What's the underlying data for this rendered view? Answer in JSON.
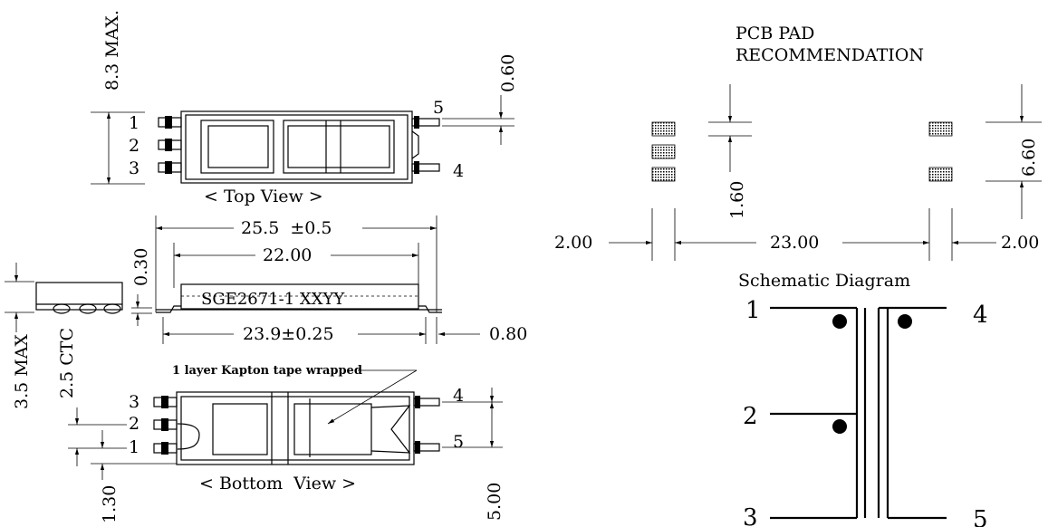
{
  "views": {
    "top_view_label": "< Top View >",
    "bottom_view_label": "< Bottom  View >",
    "part_marking": "SGE2671-1 XXYY",
    "tape_note": "1 layer Kapton tape wrapped"
  },
  "pins": {
    "top": [
      "1",
      "2",
      "3",
      "5",
      "4"
    ],
    "bottom": [
      "3",
      "2",
      "1",
      "4",
      "5"
    ]
  },
  "dimensions": {
    "height_max": "8.3 MAX.",
    "pin_width": "0.60",
    "overall_length": "25.5  ±0.5",
    "body_length": "22.00",
    "lead_span": "23.9±0.25",
    "lead_thickness": "0.30",
    "lead_end": "0.80",
    "side_height": "3.5 MAX",
    "pitch": "2.5 CTC",
    "pin_offset": "1.30",
    "row_spacing": "5.00"
  },
  "pcb_pad": {
    "title_line1": "PCB PAD",
    "title_line2": "RECOMMENDATION",
    "pad_height": "1.60",
    "pad_spacing": "6.60",
    "pad_width_left": "2.00",
    "pad_gap": "23.00",
    "pad_width_right": "2.00"
  },
  "schematic": {
    "title": "Schematic Diagram",
    "pins": [
      "1",
      "4",
      "2",
      "3",
      "5"
    ]
  }
}
